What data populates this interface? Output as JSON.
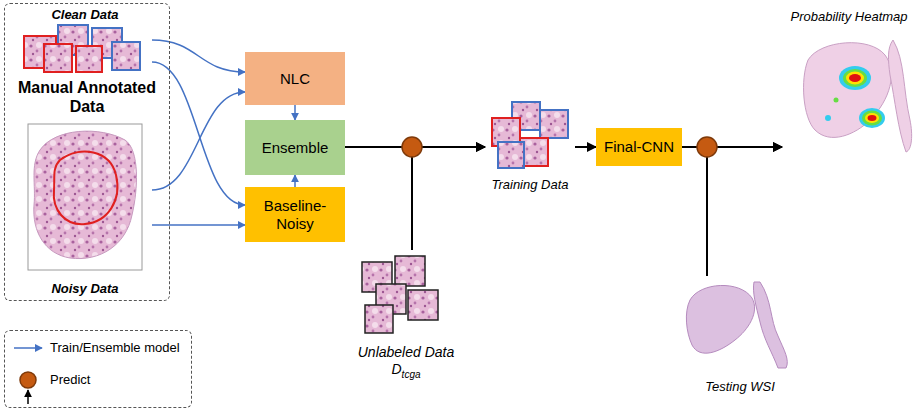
{
  "diagram": {
    "nodes": [
      {
        "text": [
          "Manual Annotated Data"
        ]
      },
      {
        "text": [
          "Clean Data"
        ],
        "in": 0
      },
      {
        "text": [
          "Noisy Data"
        ],
        "in": 0
      },
      {
        "text": [
          "NLC"
        ]
      },
      {
        "text": [
          "Ensemble"
        ]
      },
      {
        "text": [
          "Baseline-Noisy"
        ]
      },
      {
        "text": [
          "Unlabeled Data",
          "D",
          "tcga"
        ]
      },
      {
        "text": [
          "Training Data"
        ]
      },
      {
        "text": [
          "Final-CNN"
        ]
      },
      {
        "text": [
          "Testing WSI"
        ]
      },
      {
        "text": [
          "Probability Heatmap"
        ]
      }
    ],
    "edges": [
      {
        "from": 1,
        "to": 3,
        "arrow": "to"
      },
      {
        "from": 1,
        "to": 5,
        "arrow": "to"
      },
      {
        "from": 2,
        "to": 3,
        "arrow": "to"
      },
      {
        "from": 2,
        "to": 5,
        "arrow": "to"
      },
      {
        "from": 3,
        "to": 4,
        "arrow": "to"
      },
      {
        "from": 5,
        "to": 4,
        "arrow": "to"
      },
      {
        "from": 4,
        "to": 7,
        "arrow": "to"
      },
      {
        "from": 6,
        "to": 7,
        "arrow": "to"
      },
      {
        "from": 7,
        "to": 8,
        "arrow": "to"
      },
      {
        "from": 8,
        "to": 10,
        "arrow": "to"
      },
      {
        "from": 9,
        "to": 10,
        "arrow": "to"
      }
    ],
    "legend": [
      {
        "text": "Train/Ensemble model"
      },
      {
        "text": "Predict"
      }
    ]
  }
}
